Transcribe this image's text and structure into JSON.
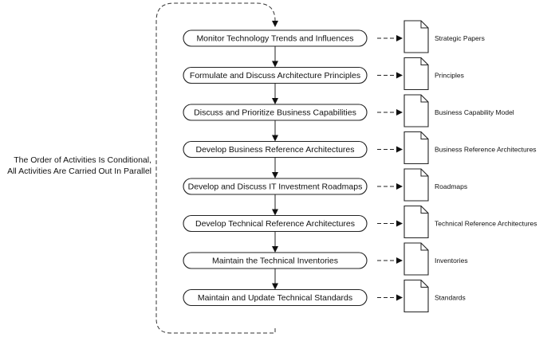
{
  "note": {
    "line1": "The Order of Activities Is Conditional,",
    "line2": "All Activities Are Carried Out In Parallel"
  },
  "steps": [
    {
      "activity": "Monitor Technology Trends and Influences",
      "artifact": "Strategic Papers"
    },
    {
      "activity": "Formulate and Discuss Architecture Principles",
      "artifact": "Principles"
    },
    {
      "activity": "Discuss and Prioritize Business Capabilities",
      "artifact": "Business Capability Model"
    },
    {
      "activity": "Develop Business Reference Architectures",
      "artifact": "Business Reference Architectures"
    },
    {
      "activity": "Develop and Discuss IT Investment Roadmaps",
      "artifact": "Roadmaps"
    },
    {
      "activity": "Develop Technical Reference Architectures",
      "artifact": "Technical Reference Architectures"
    },
    {
      "activity": "Maintain the Technical Inventories",
      "artifact": "Inventories"
    },
    {
      "activity": "Maintain and Update Technical Standards",
      "artifact": "Standards"
    }
  ],
  "icons": {
    "document": "document-icon"
  }
}
